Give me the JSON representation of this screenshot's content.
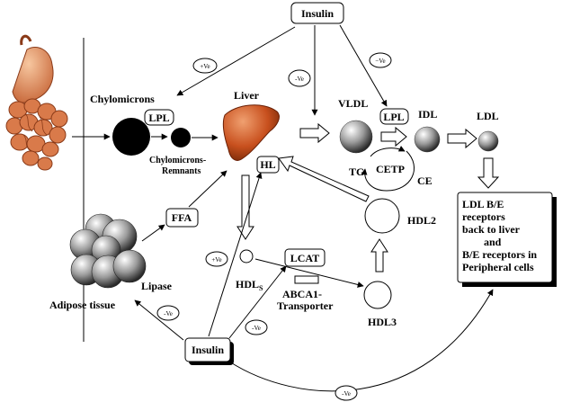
{
  "boxes": {
    "insulin_top": "Insulin",
    "insulin_bottom": "Insulin",
    "lpl_left": "LPL",
    "lpl_right": "LPL",
    "ffa": "FFA",
    "hl": "HL",
    "lcat": "LCAT",
    "cetp": "CETP",
    "ldl_receptors": [
      "LDL B/E",
      "receptors",
      "back to liver",
      "and",
      "B/E receptors in",
      "Peripheral cells"
    ]
  },
  "labels": {
    "chylomicrons": "Chylomicrons",
    "chylo_remnants_1": "Chylomicrons-",
    "chylo_remnants_2": "Remnants",
    "liver": "Liver",
    "vldl": "VLDL",
    "idl": "IDL",
    "ldl": "LDL",
    "tg": "TG",
    "ce": "CE",
    "hdl2": "HDL2",
    "hdl3": "HDL3",
    "hdls": "HDL",
    "hdls_sub": "S",
    "abca1_1": "ABCA1-",
    "abca1_2": "Transporter",
    "lipase": "Lipase",
    "adipose": "Adipose tissue"
  },
  "effects": {
    "pos_chylo": "+Ve",
    "neg_vldl": "-Ve",
    "neg_lpl": "−Ve",
    "pos_hdls": "+Ve",
    "neg_adipose": "-Ve",
    "neg_lcat": "-Ve",
    "neg_bottom": "-Ve"
  },
  "colors": {
    "liver": "#c8501e",
    "stomach": "#e8905a",
    "intestine": "#d97a4a"
  }
}
